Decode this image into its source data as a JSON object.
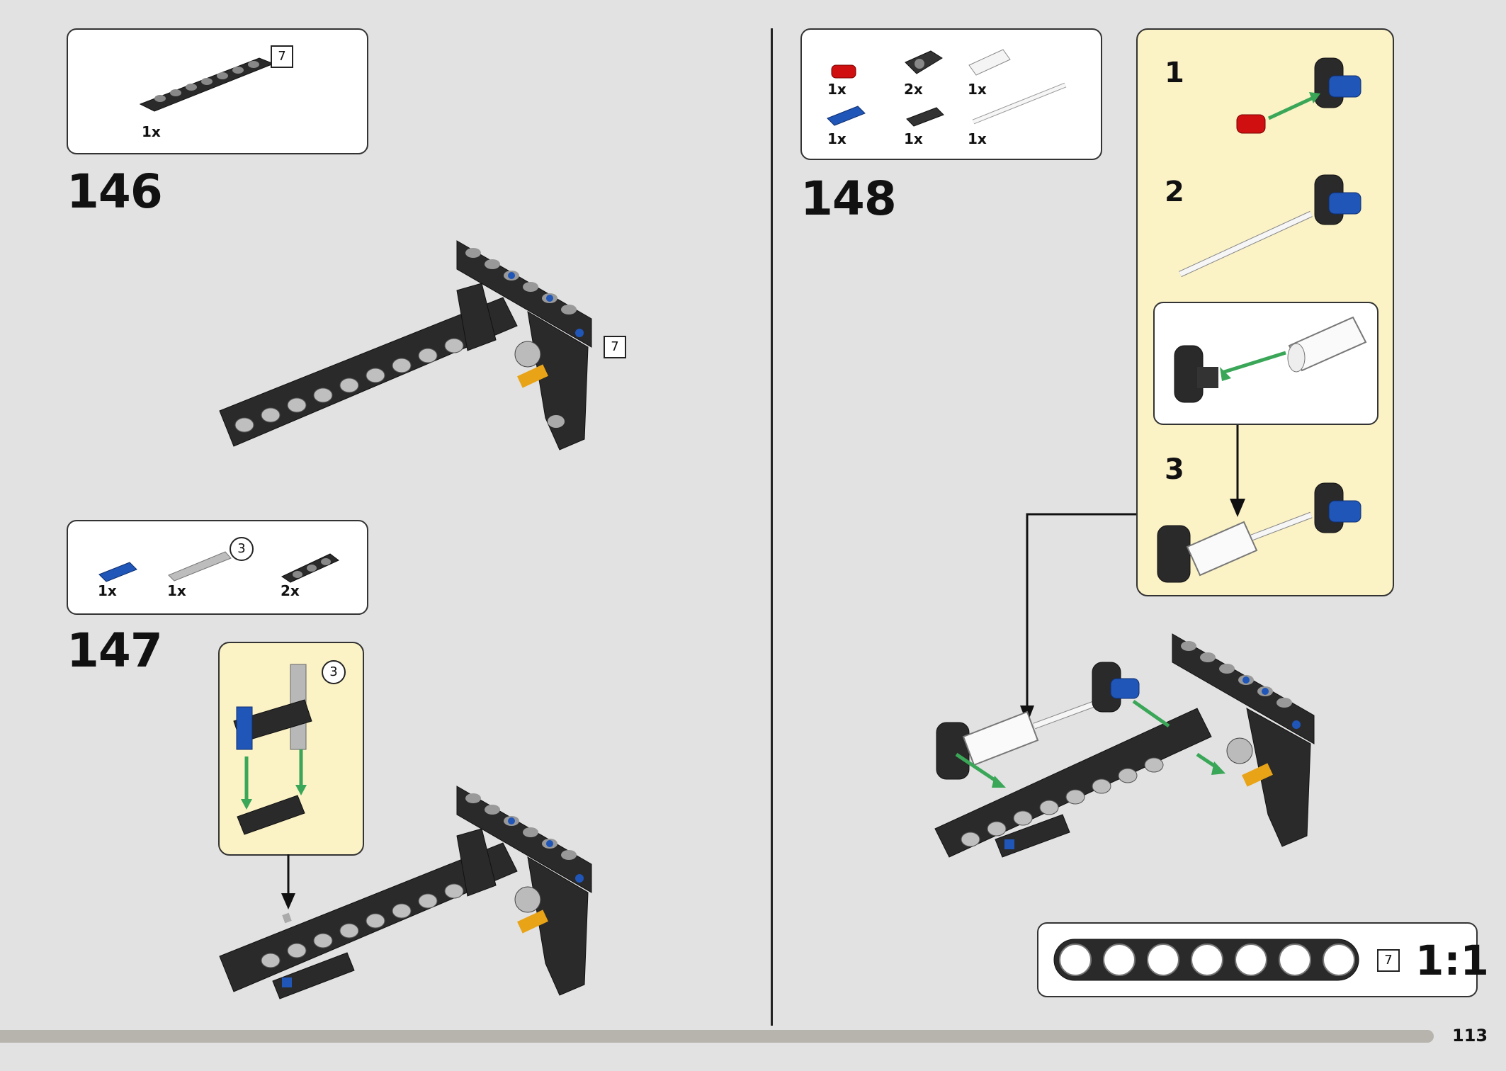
{
  "page_number": "113",
  "step146": {
    "number": "146",
    "parts": [
      {
        "qty": "1x",
        "part": "beam-7-icon",
        "length": "7"
      }
    ],
    "model_length_tag": "7"
  },
  "step147": {
    "number": "147",
    "parts": [
      {
        "qty": "1x",
        "part": "blue-pin-icon"
      },
      {
        "qty": "1x",
        "part": "axle-3-icon",
        "length": "3"
      },
      {
        "qty": "2x",
        "part": "beam-3-thin-icon"
      }
    ],
    "subassembly_length_tag": "3"
  },
  "step148": {
    "number": "148",
    "parts": [
      {
        "qty": "1x",
        "part": "red-pin-icon"
      },
      {
        "qty": "2x",
        "part": "cross-block-icon"
      },
      {
        "qty": "1x",
        "part": "white-tube-icon"
      },
      {
        "qty": "1x",
        "part": "blue-pin-icon"
      },
      {
        "qty": "1x",
        "part": "axle-connector-icon"
      },
      {
        "qty": "1x",
        "part": "white-rod-icon"
      }
    ],
    "sub_steps": [
      "1",
      "2",
      "3"
    ]
  },
  "scale_ruler": {
    "length_tag": "7",
    "scale_label": "1:1",
    "hole_count": 7
  },
  "colors": {
    "background": "#e2e2e2",
    "subassembly_bg": "#fbf2c6",
    "arrow_green": "#3aa657",
    "lego_blue": "#1f56b8",
    "lego_red": "#d01010",
    "beam_black": "#2a2a2a",
    "progress_bar": "#b7b3ad"
  }
}
